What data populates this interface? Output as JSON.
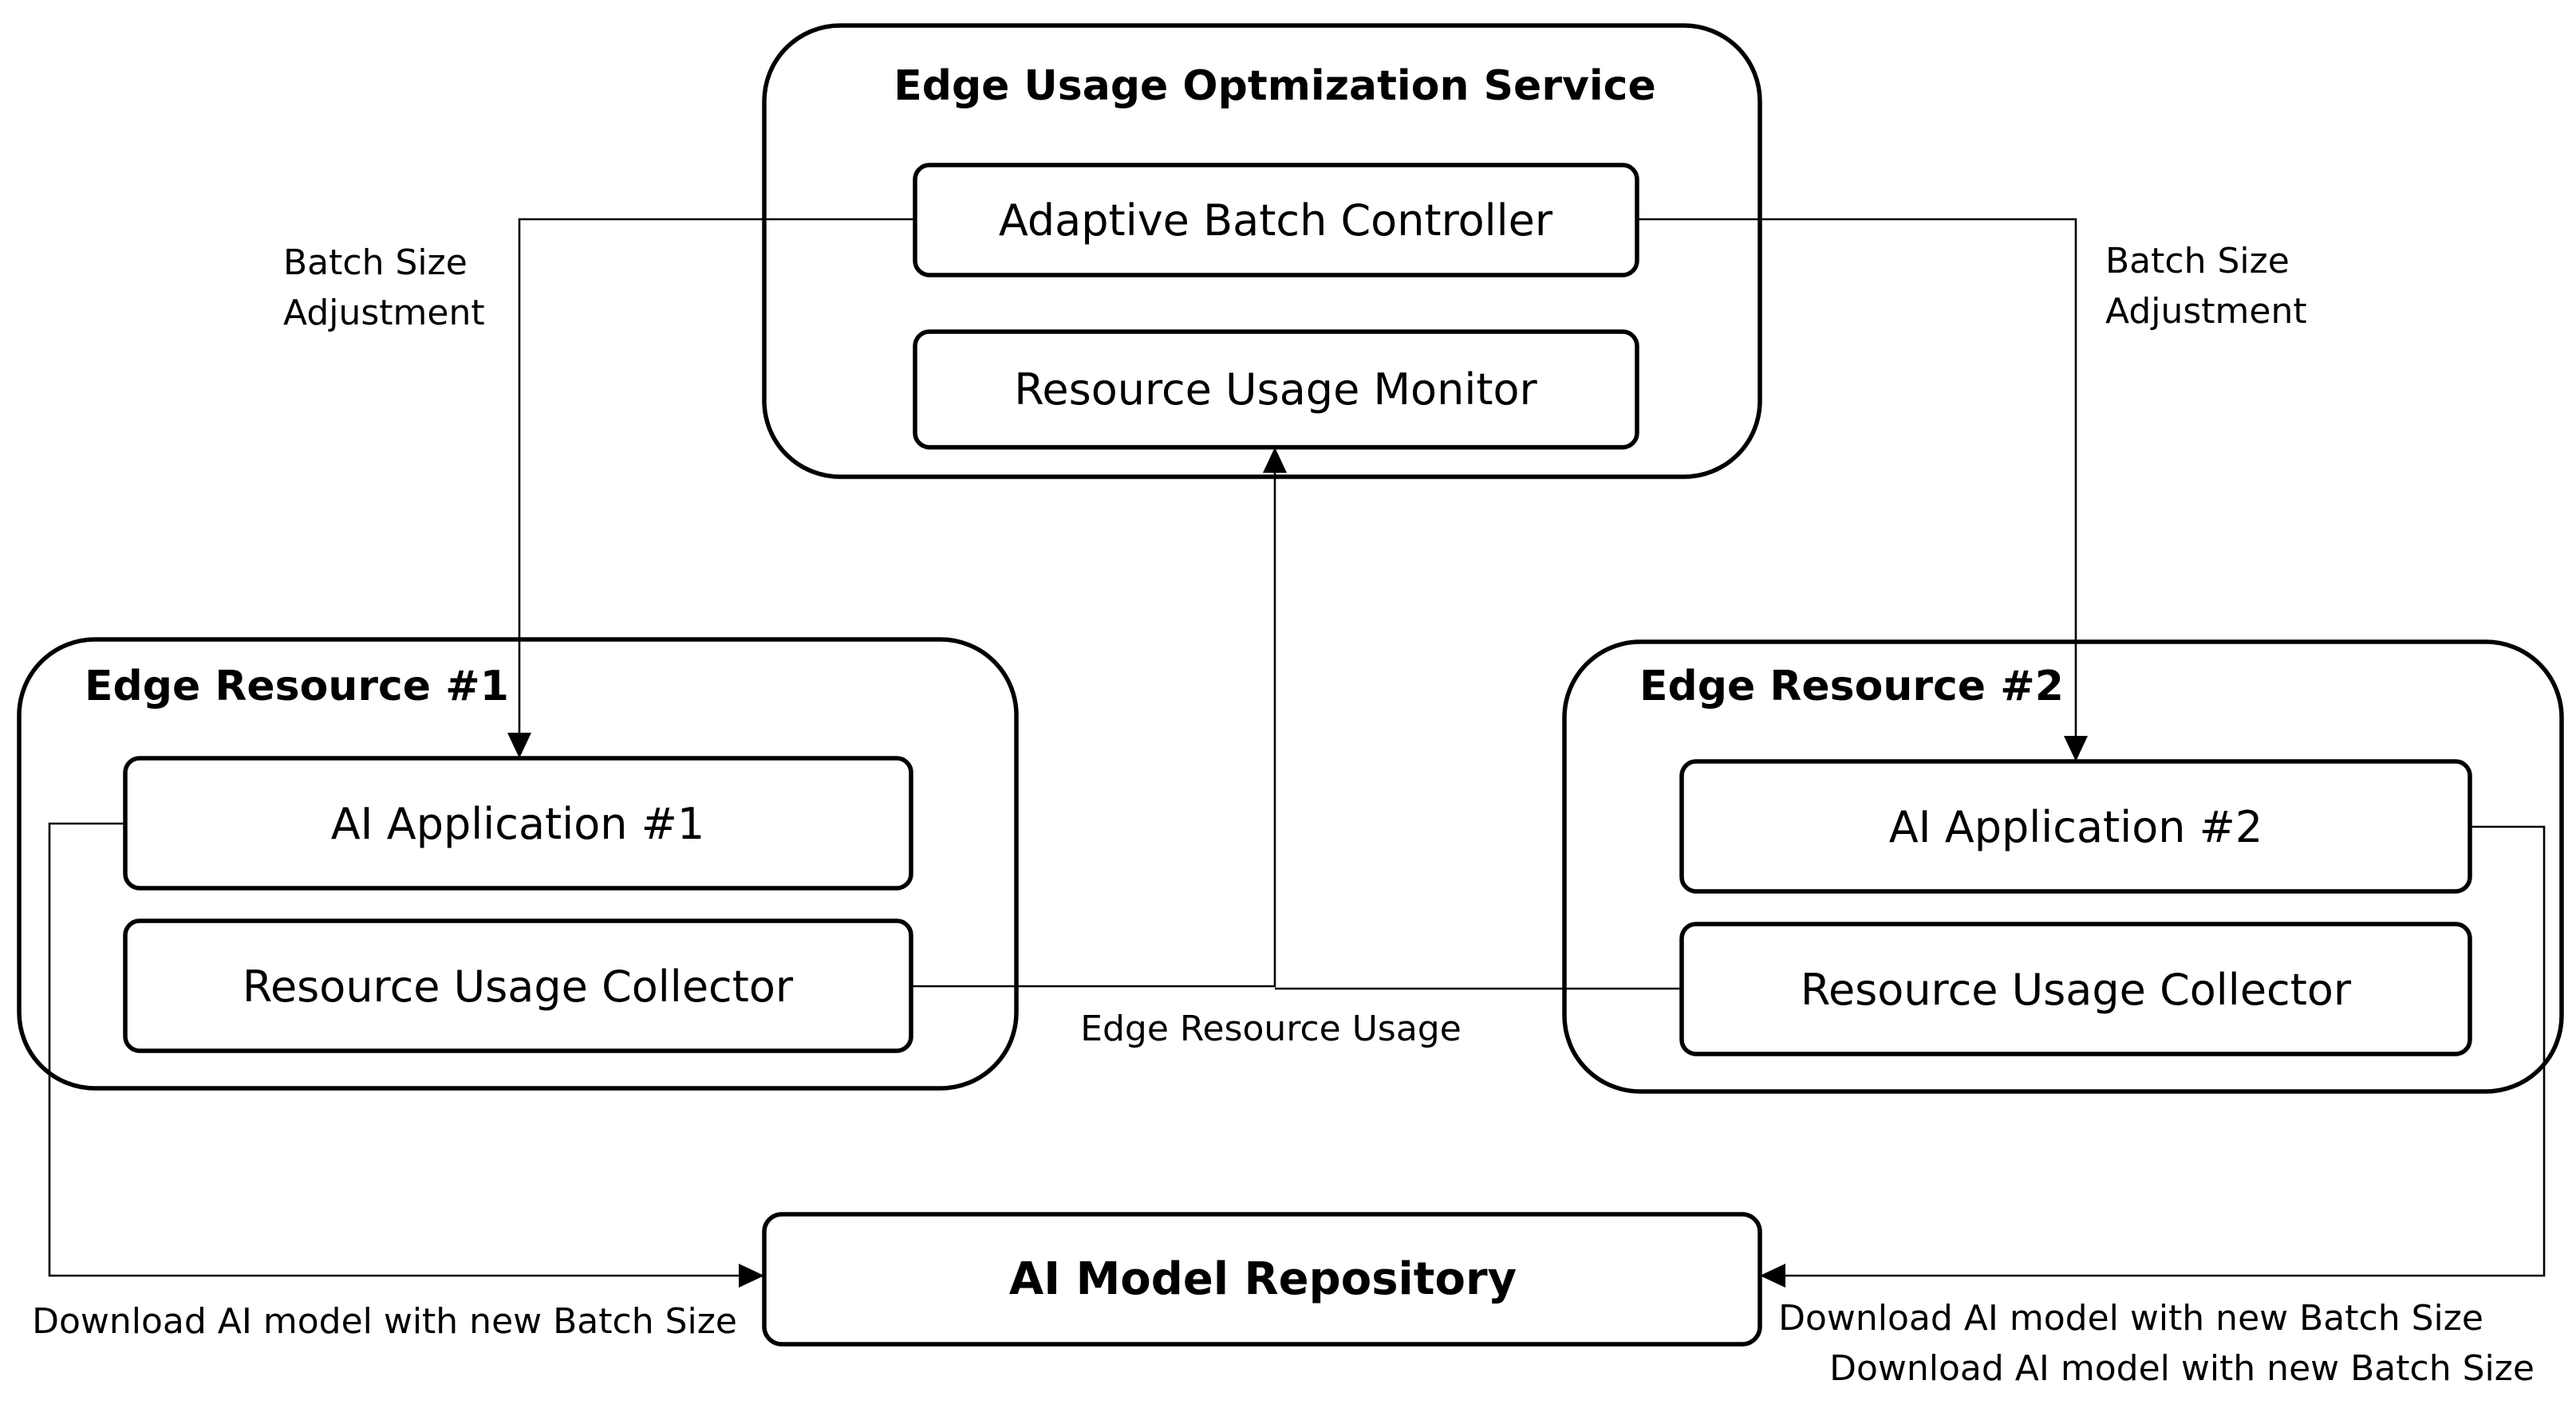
{
  "service": {
    "title": "Edge Usage Optmization Service",
    "components": [
      "Adaptive Batch Controller",
      "Resource Usage Monitor"
    ]
  },
  "edge1": {
    "title": "Edge Resource #1",
    "components": [
      "AI Application #1",
      "Resource Usage Collector"
    ]
  },
  "edge2": {
    "title": "Edge Resource #2",
    "components": [
      "AI Application #2",
      "Resource Usage Collector"
    ]
  },
  "repository": {
    "title": "AI Model Repository"
  },
  "labels": {
    "batch_left": [
      "Batch Size",
      "Adjustment"
    ],
    "batch_right": [
      "Batch Size",
      "Adjustment"
    ],
    "usage": "Edge Resource Usage",
    "download_left": "Download AI model with new Batch Size",
    "download_right_1": "Download AI model with new Batch Size",
    "download_right_2": "Download AI model with new Batch Size"
  }
}
